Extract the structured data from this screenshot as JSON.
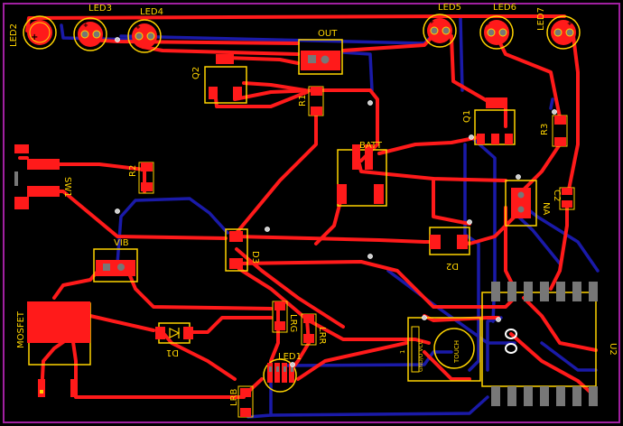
{
  "board": {
    "colors": {
      "background": "#000000",
      "outline": "#a020a0",
      "top_copper": "#ff1a1a",
      "bottom_copper": "#1a1aa8",
      "silkscreen": "#ffd400",
      "pad": "#ff1a1a",
      "drill": "#777777",
      "via_ring": "#ffffff"
    },
    "labels": {
      "led2": "LED2",
      "led3": "LED3",
      "led4": "LED4",
      "led5": "LED5",
      "led6": "LED6",
      "led7": "LED7",
      "out": "OUT",
      "q2": "Q2",
      "r1": "R1",
      "q1": "Q1",
      "r3": "R3",
      "batt": "BATT",
      "r2": "R2",
      "sw1": "SW1",
      "vib": "VIB",
      "d3": "D3",
      "d2": "D2",
      "c2": "C2",
      "na": "NA",
      "mosfet": "MOSFET",
      "d1": "D1",
      "lrg": "LRG",
      "lrr": "LRR",
      "led1": "LED1",
      "lrb": "LRB",
      "touch_pin": "1",
      "touch_pins": "GND/O VCC",
      "touch": "TOUCH",
      "u2": "U2",
      "plus": "+"
    }
  }
}
